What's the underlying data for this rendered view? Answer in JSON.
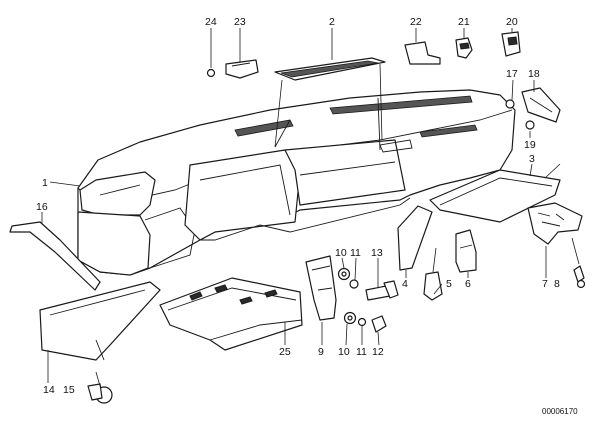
{
  "diagram": {
    "callouts": {
      "c24": "24",
      "c23": "23",
      "c2": "2",
      "c22": "22",
      "c21": "21",
      "c20": "20",
      "c17": "17",
      "c18": "18",
      "c1": "1",
      "c19": "19",
      "c3": "3",
      "c16": "16",
      "c10a": "10",
      "c11a": "11",
      "c13": "13",
      "c4": "4",
      "c5": "5",
      "c6": "6",
      "c7": "7",
      "c8": "8",
      "c25": "25",
      "c9": "9",
      "c10b": "10",
      "c11b": "11",
      "c12": "12",
      "c14": "14",
      "c15": "15"
    },
    "image_code": "00006170"
  }
}
